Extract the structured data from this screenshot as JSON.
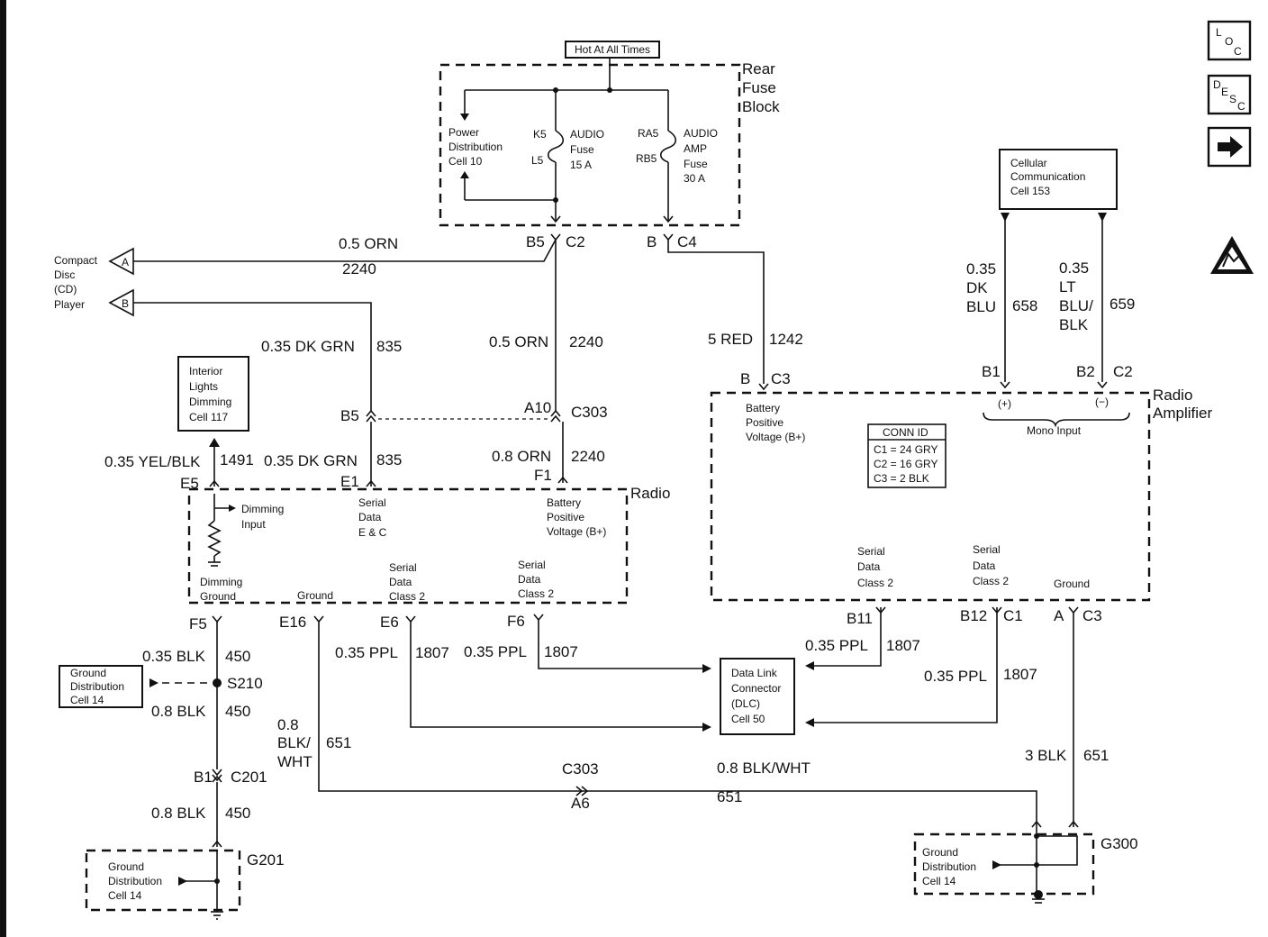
{
  "labels": {
    "hot_at_all_times": "Hot At All Times",
    "rear_fuse_block": [
      "Rear",
      "Fuse",
      "Block"
    ],
    "power_distribution": [
      "Power",
      "Distribution",
      "Cell 10"
    ],
    "k5": "K5",
    "l5": "L5",
    "ra5": "RA5",
    "rb5": "RB5",
    "audio_fuse": [
      "AUDIO",
      "Fuse",
      "15 A"
    ],
    "audio_amp_fuse": [
      "AUDIO",
      "AMP",
      "Fuse",
      "30 A"
    ],
    "b5_top": "B5",
    "c2_top": "C2",
    "b_top": "B",
    "c4_top": "C4",
    "cd_player": [
      "Compact",
      "Disc",
      "(CD)",
      "Player"
    ],
    "conn_a": "A",
    "conn_b": "B",
    "w_05orn_top": "0.5 ORN",
    "w_2240_top": "2240",
    "w_035dkgrn_1": "0.35 DK GRN",
    "w_835_1": "835",
    "w_05orn_mid": "0.5 ORN",
    "w_2240_mid": "2240",
    "w_5red": "5 RED",
    "w_1242": "1242",
    "b_c3": "B",
    "c3_amp": "C3",
    "interior_lights": [
      "Interior",
      "Lights",
      "Dimming",
      "Cell 117"
    ],
    "b5_mid": "B5",
    "a10": "A10",
    "c303_mid": "C303",
    "w_035yelblk": "0.35 YEL/BLK",
    "w_1491": "1491",
    "w_035dkgrn_2": "0.35 DK GRN",
    "w_835_2": "835",
    "w_08orn": "0.8 ORN",
    "w_2240_low": "2240",
    "e5": "E5",
    "e1": "E1",
    "f1": "F1",
    "radio": "Radio",
    "dimming_input": [
      "Dimming",
      "Input"
    ],
    "serial_data_ec": [
      "Serial",
      "Data",
      "E & C"
    ],
    "battery_radio": [
      "Battery",
      "Positive",
      "Voltage (B+)"
    ],
    "dimming_ground": [
      "Dimming",
      "Ground"
    ],
    "ground_radio": "Ground",
    "serial_class2_a": [
      "Serial",
      "Data",
      "Class 2"
    ],
    "serial_class2_b": [
      "Serial",
      "Data",
      "Class 2"
    ],
    "f5": "F5",
    "e16": "E16",
    "e6": "E6",
    "f6": "F6",
    "w_035blk": "0.35 BLK",
    "w_450_1": "450",
    "ground_dist_left": [
      "Ground",
      "Distribution",
      "Cell 14"
    ],
    "s210": "S210",
    "w_08blk_1": "0.8 BLK",
    "w_450_2": "450",
    "w_035ppl_1": "0.35 PPL",
    "w_1807_1": "1807",
    "w_035ppl_2": "0.35 PPL",
    "w_1807_2": "1807",
    "w_08blkwht_vert": [
      "0.8",
      "BLK/",
      "WHT"
    ],
    "w_651_1": "651",
    "b1_low": "B1",
    "c201": "C201",
    "w_08blk_2": "0.8 BLK",
    "w_450_3": "450",
    "g201": "G201",
    "ground_dist_g201": [
      "Ground",
      "Distribution",
      "Cell 14"
    ],
    "c303_low": "C303",
    "a6": "A6",
    "w_08blkwht": "0.8 BLK/WHT",
    "w_651_2": "651",
    "dlc": [
      "Data Link",
      "Connector",
      "(DLC)",
      "Cell 50"
    ],
    "w_035ppl_3": "0.35 PPL",
    "w_1807_3": "1807",
    "w_035ppl_4": "0.35 PPL",
    "w_1807_4": "1807",
    "b11": "B11",
    "b12": "B12",
    "c1": "C1",
    "a_amp": "A",
    "c3_low": "C3",
    "w_3blk": "3 BLK",
    "w_651_3": "651",
    "g300": "G300",
    "ground_dist_g300": [
      "Ground",
      "Distribution",
      "Cell 14"
    ],
    "cellular": [
      "Cellular",
      "Communication",
      "Cell 153"
    ],
    "w_035dkblu": [
      "0.35",
      "DK",
      "BLU"
    ],
    "w_658": "658",
    "w_035ltblu": [
      "0.35",
      "LT",
      "BLU/",
      "BLK"
    ],
    "w_659": "659",
    "b1_amp": "B1",
    "b2_amp": "B2",
    "c2_amp": "C2",
    "radio_amplifier": [
      "Radio",
      "Amplifier"
    ],
    "plus": "(+)",
    "minus": "(−)",
    "mono_input": "Mono Input",
    "battery_amp": [
      "Battery",
      "Positive",
      "Voltage (B+)"
    ],
    "conn_id_title": "CONN ID",
    "conn_id_rows": [
      "C1 = 24 GRY",
      "C2 = 16 GRY",
      "C3 = 2 BLK"
    ],
    "serial_class2_c": [
      "Serial",
      "Data",
      "Class  2"
    ],
    "serial_class2_d": [
      "Serial",
      "Data",
      "Class  2"
    ],
    "ground_amp": "Ground"
  },
  "icons": {
    "loc": "loc-icon",
    "desc": "desc-icon",
    "next": "arrow-right-icon",
    "esd": "esd-warning-icon"
  },
  "icon_text": {
    "loc": [
      "L",
      "O",
      "C"
    ],
    "desc": [
      "D",
      "E",
      "S",
      "C"
    ]
  }
}
